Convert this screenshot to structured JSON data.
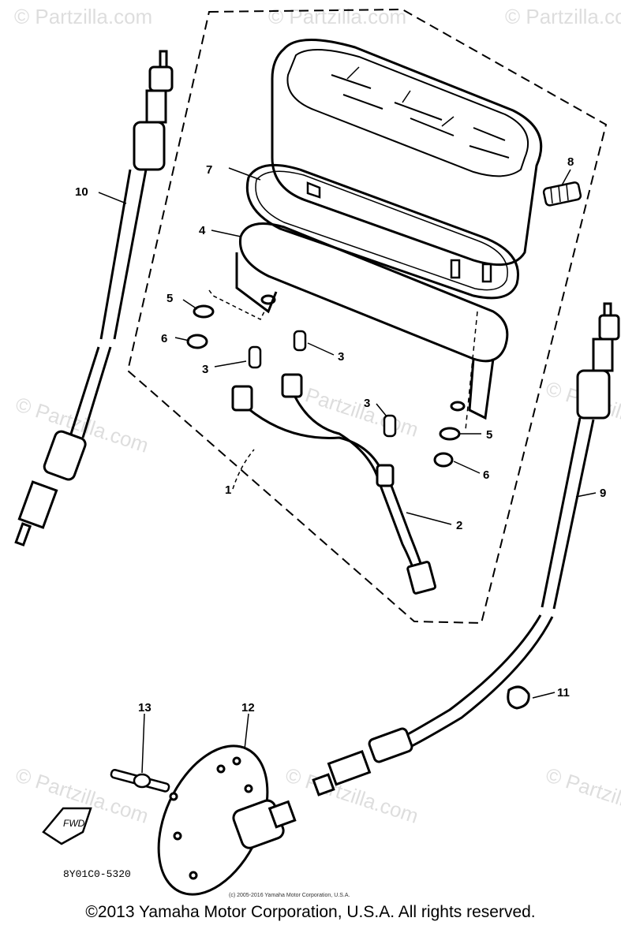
{
  "watermark": {
    "text": "© Partzilla.com"
  },
  "callouts": {
    "c1": "1",
    "c2": "2",
    "c3a": "3",
    "c3b": "3",
    "c3c": "3",
    "c4": "4",
    "c5a": "5",
    "c5b": "5",
    "c6a": "6",
    "c6b": "6",
    "c7": "7",
    "c8": "8",
    "c9": "9",
    "c10": "10",
    "c11": "11",
    "c12": "12",
    "c13": "13"
  },
  "fwd_label": "FWD",
  "diagram_code": "8Y01C0-5320",
  "inner_copyright": "(c) 2005-2016 Yamaha Motor Corporation, U.S.A.",
  "footer_copyright": "©2013 Yamaha Motor Corporation, U.S.A. All rights reserved."
}
